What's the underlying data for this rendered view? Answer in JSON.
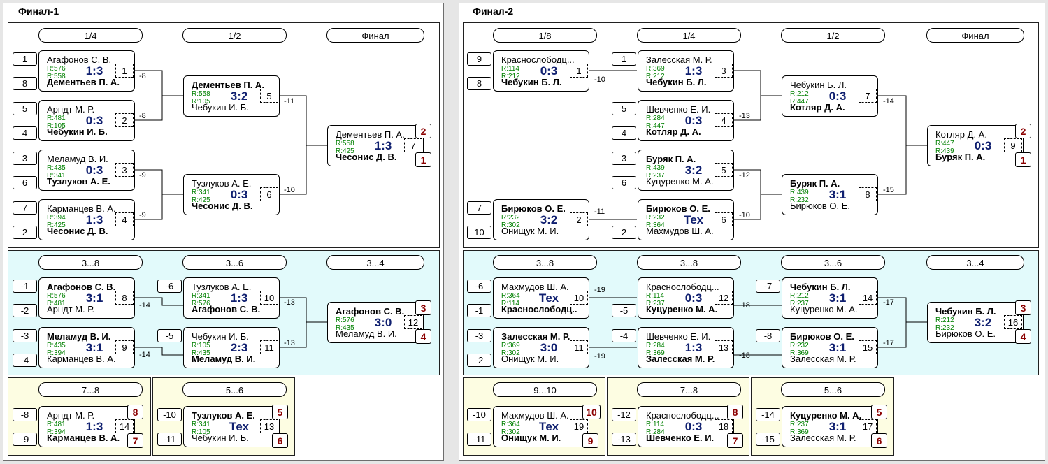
{
  "panels": [
    {
      "title": "Финал-1"
    },
    {
      "title": "Финал-2"
    }
  ],
  "rounds": {
    "f1": [
      "1/4",
      "1/2",
      "Финал",
      "3...8",
      "3...6",
      "3...4",
      "7...8",
      "5...6"
    ],
    "f2": [
      "1/8",
      "1/4",
      "1/2",
      "Финал",
      "3...8",
      "3...8",
      "3...6",
      "3...4",
      "9...10",
      "7...8",
      "5...6"
    ]
  },
  "seeds": [
    "1",
    "8",
    "5",
    "4",
    "3",
    "6",
    "7",
    "2",
    "-1",
    "-2",
    "-6",
    "-3",
    "-4",
    "-5",
    "-8",
    "-9",
    "-10",
    "-11",
    "9",
    "8",
    "1",
    "5",
    "4",
    "3",
    "6",
    "7",
    "10",
    "2",
    "-6",
    "-1",
    "-5",
    "-7",
    "-3",
    "-2",
    "-4",
    "-8",
    "-10",
    "-11",
    "-12",
    "-13",
    "-14",
    "-15"
  ],
  "matches": [
    {
      "p1": "Агафонов С. В.",
      "w1": false,
      "r1": "R:576",
      "r2": "R:558",
      "score": "1:3",
      "num": "1",
      "p2": "Дементьев П. А.",
      "w2": true
    },
    {
      "p1": "Арндт М. Р.",
      "w1": false,
      "r1": "R:481",
      "r2": "R:105",
      "score": "0:3",
      "num": "2",
      "p2": "Чебукин И. Б.",
      "w2": true
    },
    {
      "p1": "Меламуд В. И.",
      "w1": false,
      "r1": "R:435",
      "r2": "R:341",
      "score": "0:3",
      "num": "3",
      "p2": "Тузлуков А. Е.",
      "w2": true
    },
    {
      "p1": "Карманцев В. А.",
      "w1": false,
      "r1": "R:394",
      "r2": "R:425",
      "score": "1:3",
      "num": "4",
      "p2": "Чесонис Д. В.",
      "w2": true
    },
    {
      "p1": "Дементьев П. А.",
      "w1": true,
      "r1": "R:558",
      "r2": "R:105",
      "score": "3:2",
      "num": "5",
      "p2": "Чебукин И. Б.",
      "w2": false
    },
    {
      "p1": "Тузлуков А. Е.",
      "w1": false,
      "r1": "R:341",
      "r2": "R:425",
      "score": "0:3",
      "num": "6",
      "p2": "Чесонис Д. В.",
      "w2": true
    },
    {
      "p1": "Дементьев П. А.",
      "w1": false,
      "r1": "R:558",
      "r2": "R:425",
      "score": "1:3",
      "num": "7",
      "p2": "Чесонис Д. В.",
      "w2": true
    },
    {
      "p1": "Агафонов С. В.",
      "w1": true,
      "r1": "R:576",
      "r2": "R:481",
      "score": "3:1",
      "num": "8",
      "p2": "Арндт М. Р.",
      "w2": false
    },
    {
      "p1": "Меламуд В. И.",
      "w1": true,
      "r1": "R:435",
      "r2": "R:394",
      "score": "3:1",
      "num": "9",
      "p2": "Карманцев В. А.",
      "w2": false
    },
    {
      "p1": "Тузлуков А. Е.",
      "w1": false,
      "r1": "R:341",
      "r2": "R:576",
      "score": "1:3",
      "num": "10",
      "p2": "Агафонов С. В.",
      "w2": true
    },
    {
      "p1": "Чебукин И. Б.",
      "w1": false,
      "r1": "R:105",
      "r2": "R:435",
      "score": "2:3",
      "num": "11",
      "p2": "Меламуд В. И.",
      "w2": true
    },
    {
      "p1": "Агафонов С. В.",
      "w1": true,
      "r1": "R:576",
      "r2": "R:435",
      "score": "3:0",
      "num": "12",
      "p2": "Меламуд В. И.",
      "w2": false
    },
    {
      "p1": "Арндт М. Р.",
      "w1": false,
      "r1": "R:481",
      "r2": "R:394",
      "score": "1:3",
      "num": "14",
      "p2": "Карманцев В. А.",
      "w2": true
    },
    {
      "p1": "Тузлуков А. Е.",
      "w1": true,
      "r1": "R:341",
      "r2": "R:105",
      "score": "Тех",
      "num": "13",
      "p2": "Чебукин И. Б.",
      "w2": false
    },
    {
      "p1": "Краснослободц...",
      "w1": false,
      "r1": "R:114",
      "r2": "R:212",
      "score": "0:3",
      "num": "1",
      "p2": "Чебукин Б. Л.",
      "w2": true
    },
    {
      "p1": "Бирюков О. Е.",
      "w1": true,
      "r1": "R:232",
      "r2": "R:302",
      "score": "3:2",
      "num": "2",
      "p2": "Онищук М. И.",
      "w2": false
    },
    {
      "p1": "Залесская М. Р.",
      "w1": false,
      "r1": "R:369",
      "r2": "R:212",
      "score": "1:3",
      "num": "3",
      "p2": "Чебукин Б. Л.",
      "w2": true
    },
    {
      "p1": "Шевченко Е. И.",
      "w1": false,
      "r1": "R:284",
      "r2": "R:447",
      "score": "0:3",
      "num": "4",
      "p2": "Котляр Д. А.",
      "w2": true
    },
    {
      "p1": "Буряк П. А.",
      "w1": true,
      "r1": "R:439",
      "r2": "R:237",
      "score": "3:2",
      "num": "5",
      "p2": "Куцуренко М. А.",
      "w2": false
    },
    {
      "p1": "Бирюков О. Е.",
      "w1": true,
      "r1": "R:232",
      "r2": "R:364",
      "score": "Тех",
      "num": "6",
      "p2": "Махмудов Ш. А.",
      "w2": false
    },
    {
      "p1": "Чебукин Б. Л.",
      "w1": false,
      "r1": "R:212",
      "r2": "R:447",
      "score": "0:3",
      "num": "7",
      "p2": "Котляр Д. А.",
      "w2": true
    },
    {
      "p1": "Буряк П. А.",
      "w1": true,
      "r1": "R:439",
      "r2": "R:232",
      "score": "3:1",
      "num": "8",
      "p2": "Бирюков О. Е.",
      "w2": false
    },
    {
      "p1": "Котляр Д. А.",
      "w1": false,
      "r1": "R:447",
      "r2": "R:439",
      "score": "0:3",
      "num": "9",
      "p2": "Буряк П. А.",
      "w2": true
    },
    {
      "p1": "Махмудов Ш. А.",
      "w1": false,
      "r1": "R:364",
      "r2": "R:114",
      "score": "Тех",
      "num": "10",
      "p2": "Краснослободц...",
      "w2": true
    },
    {
      "p1": "Залесская М. Р.",
      "w1": true,
      "r1": "R:369",
      "r2": "R:302",
      "score": "3:0",
      "num": "11",
      "p2": "Онищук М. И.",
      "w2": false
    },
    {
      "p1": "Краснослободц...",
      "w1": false,
      "r1": "R:114",
      "r2": "R:237",
      "score": "0:3",
      "num": "12",
      "p2": "Куцуренко М. А.",
      "w2": true
    },
    {
      "p1": "Шевченко Е. И.",
      "w1": false,
      "r1": "R:284",
      "r2": "R:369",
      "score": "1:3",
      "num": "13",
      "p2": "Залесская М. Р.",
      "w2": true
    },
    {
      "p1": "Чебукин Б. Л.",
      "w1": true,
      "r1": "R:212",
      "r2": "R:237",
      "score": "3:1",
      "num": "14",
      "p2": "Куцуренко М. А.",
      "w2": false
    },
    {
      "p1": "Бирюков О. Е.",
      "w1": true,
      "r1": "R:232",
      "r2": "R:369",
      "score": "3:1",
      "num": "15",
      "p2": "Залесская М. Р.",
      "w2": false
    },
    {
      "p1": "Чебукин Б. Л.",
      "w1": true,
      "r1": "R:212",
      "r2": "R:232",
      "score": "3:2",
      "num": "16",
      "p2": "Бирюков О. Е.",
      "w2": false
    },
    {
      "p1": "Махмудов Ш. А.",
      "w1": false,
      "r1": "R:364",
      "r2": "R:302",
      "score": "Тех",
      "num": "19",
      "p2": "Онищук М. И.",
      "w2": true
    },
    {
      "p1": "Краснослободц...",
      "w1": false,
      "r1": "R:114",
      "r2": "R:284",
      "score": "0:3",
      "num": "18",
      "p2": "Шевченко Е. И.",
      "w2": true
    },
    {
      "p1": "Куцуренко М. А.",
      "w1": true,
      "r1": "R:237",
      "r2": "R:369",
      "score": "3:1",
      "num": "17",
      "p2": "Залесская М. Р.",
      "w2": false
    }
  ],
  "places": [
    "2",
    "1",
    "3",
    "4",
    "8",
    "7",
    "5",
    "6",
    "2",
    "1",
    "3",
    "4",
    "10",
    "9",
    "8",
    "7",
    "5",
    "6"
  ],
  "notes": [
    "-8",
    "-8",
    "-9",
    "-9",
    "-11",
    "-10",
    "-14",
    "-14",
    "-13",
    "-13",
    "-10",
    "-11",
    "-13",
    "-12",
    "-10",
    "-14",
    "-15",
    "-19",
    "-19",
    "-18",
    "-18",
    "-17",
    "-17"
  ]
}
